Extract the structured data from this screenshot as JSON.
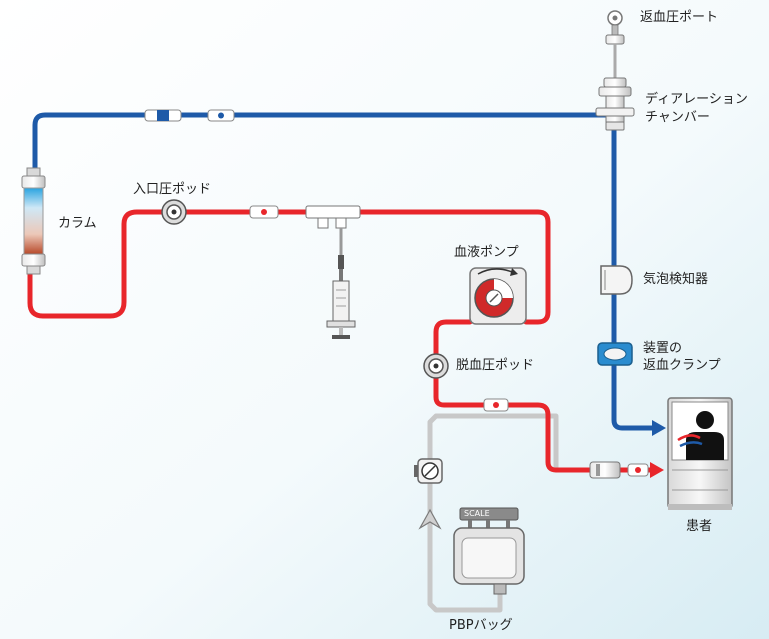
{
  "labels": {
    "return_pressure_port": "返血圧ポート",
    "drip_chamber_line1": "ディアレーション",
    "drip_chamber_line2": "チャンバー",
    "inlet_pressure_pod": "入口圧ポッド",
    "column": "カラム",
    "blood_pump": "血液ポンプ",
    "air_detector": "気泡検知器",
    "return_clamp_line1": "装置の",
    "return_clamp_line2": "返血クランプ",
    "deaeration_pressure_pod": "脱血圧ポッド",
    "patient": "患者",
    "pbp_bag": "PBPバッグ",
    "scale": "SCALE"
  },
  "colors": {
    "arterial_line": "#e8262b",
    "venous_line": "#1e5aa8",
    "pbp_line": "#c8c8c8",
    "background_tint": "#d7ecf3"
  }
}
